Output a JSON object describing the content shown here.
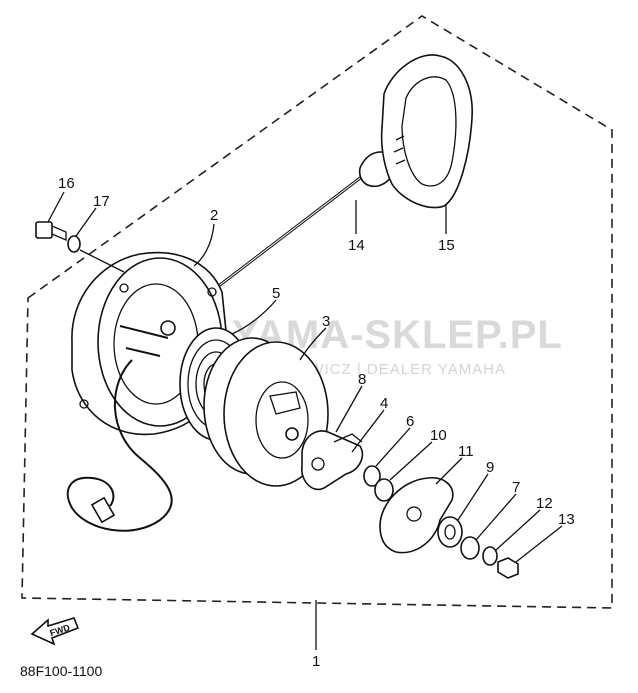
{
  "diagram": {
    "code": "88F100-1100",
    "fwd_label": "FWD",
    "watermark": {
      "main": "YAMA-SKLEP.PL",
      "sub": "ECHOWICZ | DEALER YAMAHA"
    },
    "callouts": [
      "16",
      "17",
      "2",
      "5",
      "3",
      "8",
      "4",
      "6",
      "10",
      "11",
      "9",
      "7",
      "12",
      "13",
      "14",
      "15",
      "1"
    ]
  }
}
